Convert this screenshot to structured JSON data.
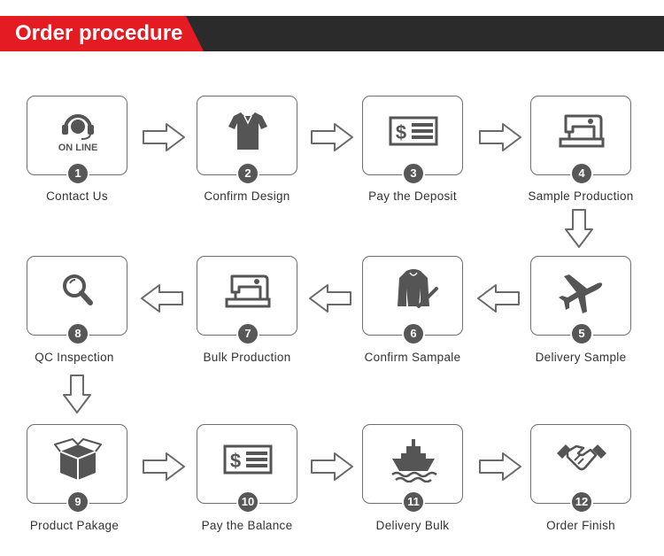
{
  "header": {
    "title": "Order procedure"
  },
  "steps": [
    {
      "number": "1",
      "label": "Contact Us",
      "icon": "headset-icon",
      "icon_text": "ON LINE"
    },
    {
      "number": "2",
      "label": "Confirm Design",
      "icon": "polo-shirt-icon"
    },
    {
      "number": "3",
      "label": "Pay the Deposit",
      "icon": "payment-icon",
      "icon_text": "$"
    },
    {
      "number": "4",
      "label": "Sample Production",
      "icon": "sewing-machine-icon"
    },
    {
      "number": "5",
      "label": "Delivery Sample",
      "icon": "airplane-icon"
    },
    {
      "number": "6",
      "label": "Confirm Sampale",
      "icon": "jacket-check-icon"
    },
    {
      "number": "7",
      "label": "Bulk Production",
      "icon": "sewing-machine-icon"
    },
    {
      "number": "8",
      "label": "QC Inspection",
      "icon": "magnifier-icon"
    },
    {
      "number": "9",
      "label": "Product Pakage",
      "icon": "package-box-icon"
    },
    {
      "number": "10",
      "label": "Pay the Balance",
      "icon": "payment-icon",
      "icon_text": "$"
    },
    {
      "number": "11",
      "label": "Delivery Bulk",
      "icon": "ship-icon"
    },
    {
      "number": "12",
      "label": "Order Finish",
      "icon": "handshake-icon"
    }
  ],
  "colors": {
    "accent": "#e41b23",
    "header_bg": "#2b2b2b",
    "icon": "#555555",
    "badge": "#575757",
    "border": "#6e6e6e"
  }
}
